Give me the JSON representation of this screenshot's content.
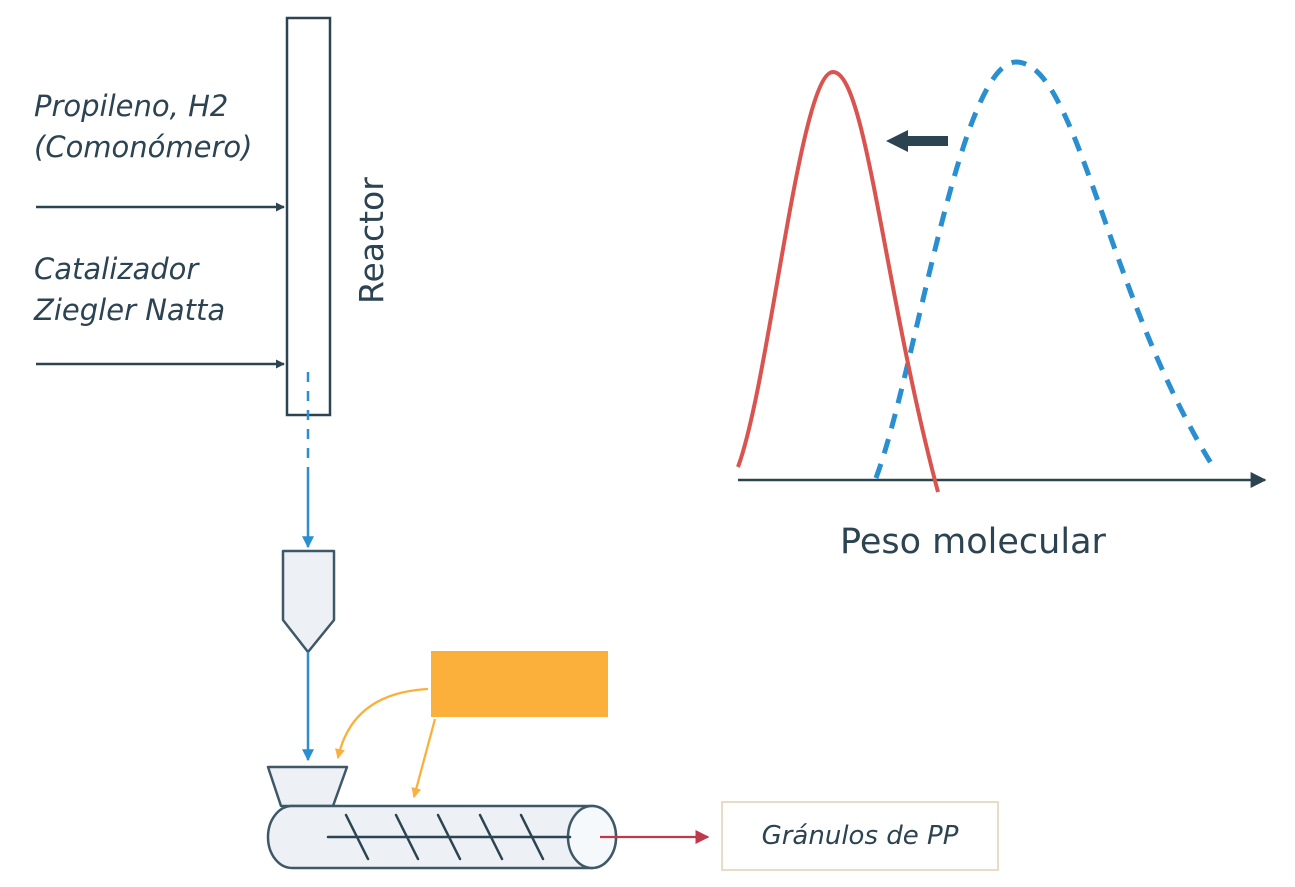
{
  "feeds": {
    "monomer_line1": "Propileno, H2",
    "monomer_line2": "(Comonómero)",
    "catalyst_line1": "Catalizador",
    "catalyst_line2": "Ziegler Natta"
  },
  "reactor": {
    "label": "Reactor"
  },
  "distribution": {
    "x_axis_label": "Peso molecular"
  },
  "output": {
    "label": "Gránulos de PP"
  },
  "colors": {
    "text": "#2c4352",
    "line": "#2c4352",
    "blue": "#2a8fd1",
    "red": "#d9534f",
    "orange": "#fbb03b",
    "arrow_red": "#c0394a",
    "equipment_stroke": "#3f5868",
    "equipment_fill": "#edf1f5",
    "output_border": "#e8dcc4"
  }
}
